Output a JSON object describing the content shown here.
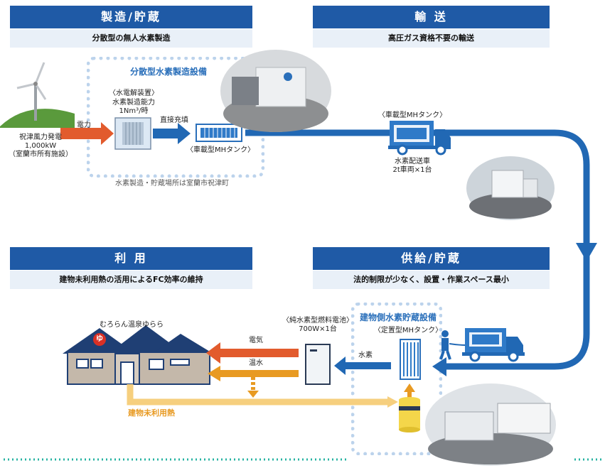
{
  "sections": {
    "production": {
      "title": "製造/貯蔵",
      "subtitle": "分散型の無人水素製造"
    },
    "transport": {
      "title": "輸 送",
      "subtitle": "高圧ガス資格不要の輸送"
    },
    "usage": {
      "title": "利 用",
      "subtitle": "建物未利用熱の活用によるFC効率の維持"
    },
    "supply": {
      "title": "供給/貯蔵",
      "subtitle": "法的制限が少なく、設置・作業スペース最小"
    }
  },
  "production_facility": {
    "title": "分散型水素製造設備",
    "electrolyzer_label": "〈水電解装置〉",
    "electrolyzer_capacity_1": "水素製造能力",
    "electrolyzer_capacity_2": "1Nm³/時",
    "direct_fill": "直接充填",
    "tank_label": "〈車載型MHタンク〉",
    "location": "水素製造・貯蔵場所は室蘭市祝津町"
  },
  "wind": {
    "line1": "祝津風力発電",
    "line2": "1,000kW",
    "line3": "（室蘭市所有施設）",
    "power": "電力"
  },
  "truck": {
    "tank_label": "〈車載型MHタンク〉",
    "line1": "水素配送車",
    "line2": "2t車両×1台"
  },
  "storage_facility": {
    "title": "建物側水素貯蔵設備",
    "tank_label": "〈定置型MHタンク〉",
    "hydrogen": "水素"
  },
  "fuel_cell": {
    "line1": "〈純水素型燃料電池〉",
    "line2": "700W×1台",
    "electricity": "電気",
    "hot_water": "温水"
  },
  "building": {
    "name": "むろらん温泉ゆらら",
    "sign": "ゆ",
    "unused_heat": "建物未利用熱"
  },
  "colors": {
    "header_blue": "#1f5aa6",
    "flow_blue": "#2168b4",
    "power_orange": "#e25b2d",
    "hot_water_orange": "#e89a22",
    "heat_yellow": "#f6cf7e",
    "dotted_green": "#26b3a1"
  }
}
